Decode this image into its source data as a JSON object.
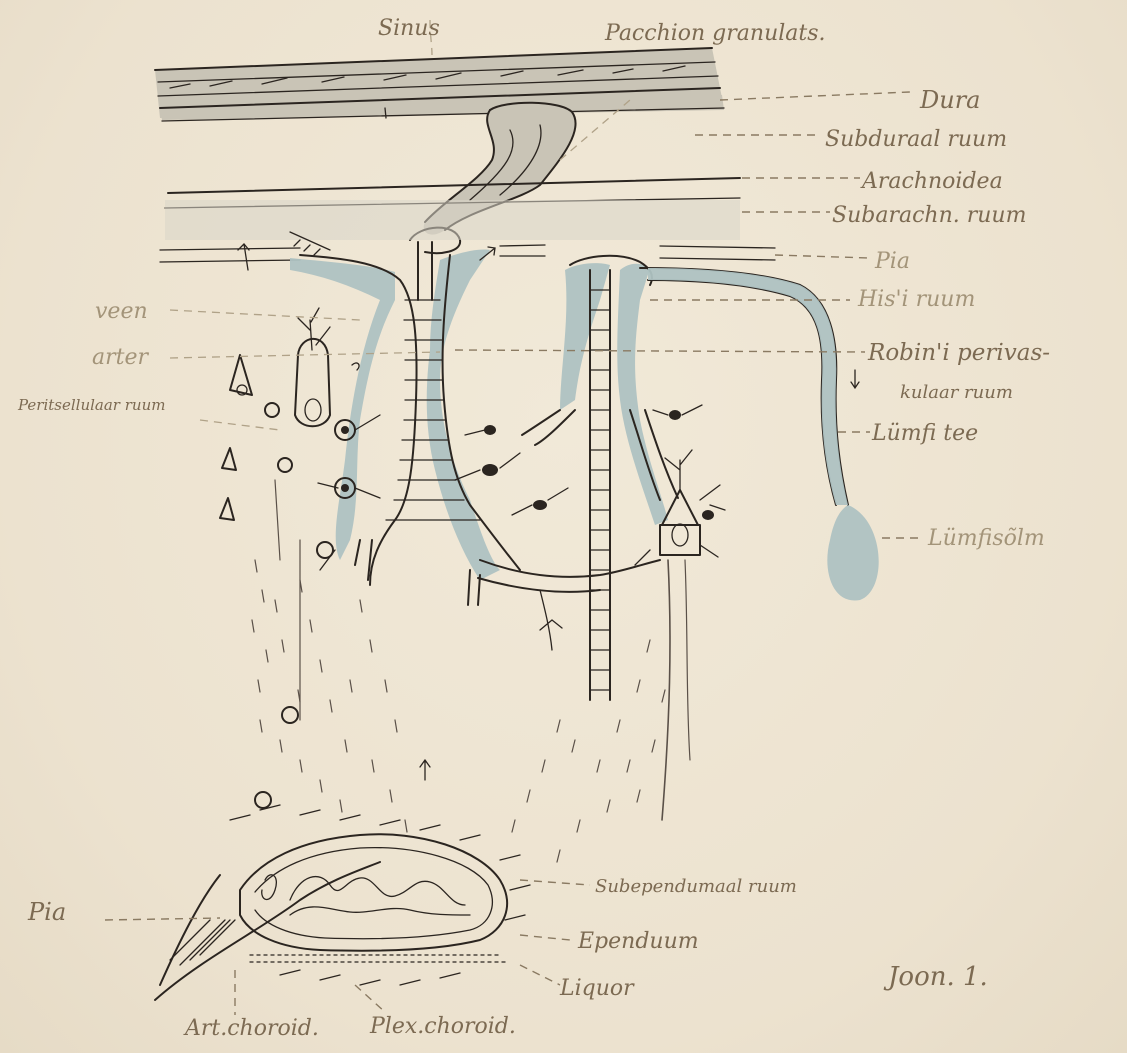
{
  "labels": {
    "sinus": "Sinus",
    "pacchion": "Pacchion granulats.",
    "dura": "Dura",
    "subduraal": "Subduraal ruum",
    "arachnoidea": "Arachnoidea",
    "subarachn": "Subarachn. ruum",
    "pia_top": "Pia",
    "his": "His'i ruum",
    "robin_1": "Robin'i perivas-",
    "robin_2": "kulaar ruum",
    "lumfi_tee": "Lümfi tee",
    "lumfisolm": "Lümfisõlm",
    "veen": "veen",
    "arter": "arter",
    "peritsellulaar": "Peritsellulaar ruum",
    "subependumaal": "Subependumaal ruum",
    "ependuum": "Ependuum",
    "liquor": "Liquor",
    "pia_bottom": "Pia",
    "art_choroid": "Art.choroid.",
    "plex_choroid": "Plex.choroid.",
    "fig": "Joon. 1."
  },
  "colors": {
    "paper": "#efe6d4",
    "ink": "#2b2520",
    "label_ink": "#7c6a52",
    "blue_wash": "#aec2c2",
    "grey_wash": "#c9c4b6"
  }
}
